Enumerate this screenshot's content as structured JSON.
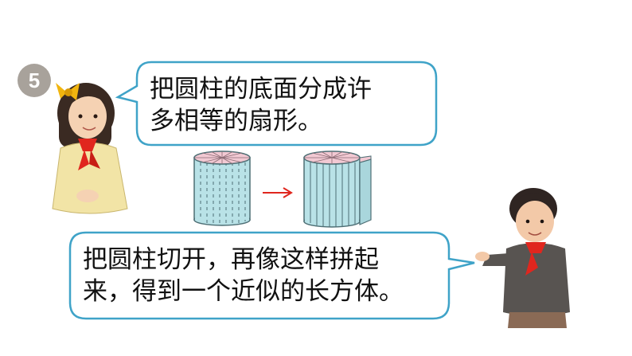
{
  "example": {
    "number": "5"
  },
  "speech_top": {
    "text": "把圆柱的底面分成许\n多相等的扇形。"
  },
  "speech_bottom": {
    "text": "把圆柱切开，再像这样拼起\n来，得到一个近似的长方体。"
  },
  "colors": {
    "bubble_border": "#3fa3c8",
    "cylinder_fill": "#b9e2e7",
    "cylinder_top": "#f2c9d3",
    "arrow": "#e0261e",
    "badge": "#a8a29b"
  },
  "illustration": {
    "girl": "girl-illustration",
    "boy": "boy-illustration",
    "arrow": "right-arrow-icon"
  }
}
